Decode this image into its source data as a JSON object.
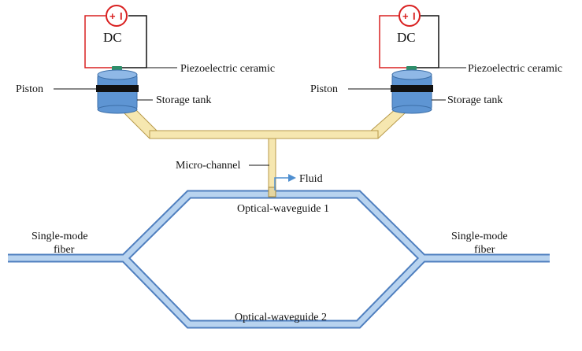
{
  "labels": {
    "dc_left": "DC",
    "dc_right": "DC",
    "piezo_left": "Piezoelectric ceramic",
    "piezo_right": "Piezoelectric ceramic",
    "piston_left": "Piston",
    "piston_right": "Piston",
    "tank_left": "Storage tank",
    "tank_right": "Storage tank",
    "micro_channel": "Micro-channel",
    "fluid": "Fluid",
    "waveguide_1": "Optical-waveguide 1",
    "waveguide_2": "Optical-waveguide 2",
    "smf_left_line1": "Single-mode",
    "smf_left_line2": "fiber",
    "smf_right_line1": "Single-mode",
    "smf_right_line2": "fiber"
  },
  "source_signs": {
    "plus": "+",
    "minus": "I"
  },
  "colors": {
    "waveguide_fill": "#b8d3ef",
    "waveguide_stroke": "#4f7fbf",
    "channel_fill": "#f6e7b0",
    "channel_stroke": "#b89a4a",
    "tank_body": "#5e95d3",
    "tank_top": "#8fb8e6",
    "piston": "#111111",
    "circuit_positive": "#d92020",
    "circuit_negative": "#111111",
    "source_ring": "#d92020",
    "electrode": "#2f8f6a",
    "fluid_arrow": "#4f8fd0"
  },
  "icons": {
    "dc_source": "circle-plus-minus-icon",
    "fluid_arrow": "arrow-right-icon"
  }
}
